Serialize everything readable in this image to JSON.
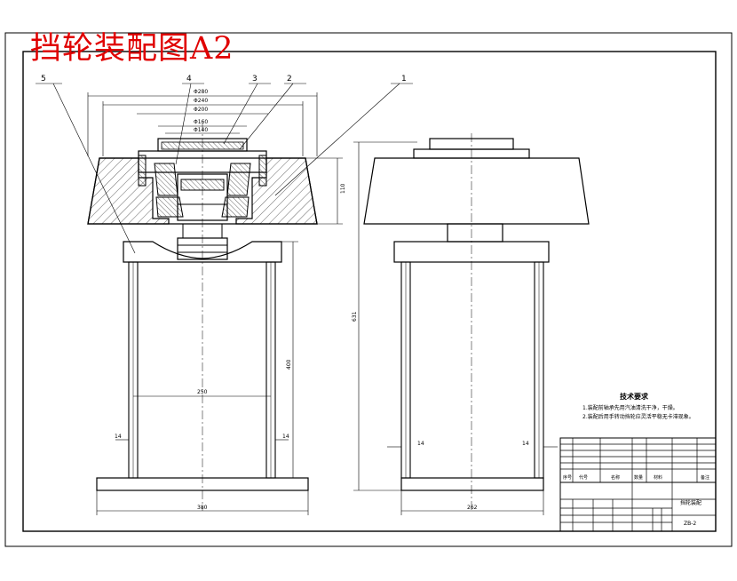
{
  "drawing": {
    "title": "挡轮装配图A2",
    "balloons": [
      "5",
      "4",
      "3",
      "2",
      "1"
    ],
    "front_dims": {
      "top_widths": [
        "Φ280",
        "Φ240",
        "Φ200",
        "Φ160",
        "Φ140"
      ],
      "height_right": "110",
      "frame_inner": "250",
      "frame_height": "400",
      "base_width": "380",
      "tube_left": "14",
      "tube_right": "14"
    },
    "side_dims": {
      "overall_height": "631",
      "tube_left": "14",
      "tube_right": "14",
      "base_width": "262"
    },
    "notes": {
      "heading": "技术要求",
      "line1": "1.装配前轴承先用汽油清洗干净，干燥。",
      "line2": "2.装配后用手转动挡轮应灵活平稳无卡滞现象。"
    },
    "title_block": {
      "header": [
        "序号",
        "代号",
        "名称",
        "数量",
        "材料",
        "备注"
      ],
      "name": "挡轮装配",
      "drawing_no": "ZB-2"
    }
  }
}
